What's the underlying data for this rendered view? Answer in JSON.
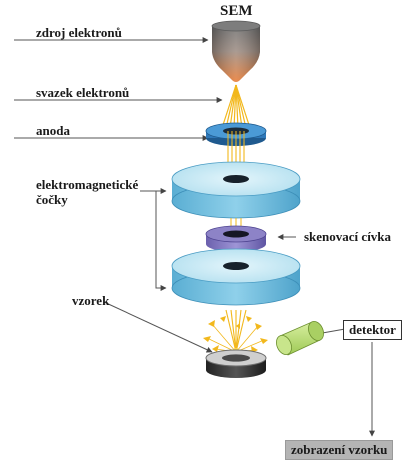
{
  "title": "SEM",
  "labels": {
    "source": "zdroj elektronů",
    "beam": "svazek elektronů",
    "anode": "anoda",
    "lenses_line1": "elektromagnetické",
    "lenses_line2": "čočky",
    "scan_coil": "skenovací cívka",
    "sample": "vzorek",
    "detector": "detektor",
    "display": "zobrazení vzorku"
  },
  "colors": {
    "lens_face": "#bfe6f4",
    "lens_side": "#67b9da",
    "coil": "#8d83c7",
    "anode": "#3f8fcf",
    "source_top": "#7a7a7a",
    "source_bottom": "#e07a3a",
    "beam": "#f2b81c",
    "detector": "#bfe07a",
    "display_bg": "#b4b4b4"
  }
}
